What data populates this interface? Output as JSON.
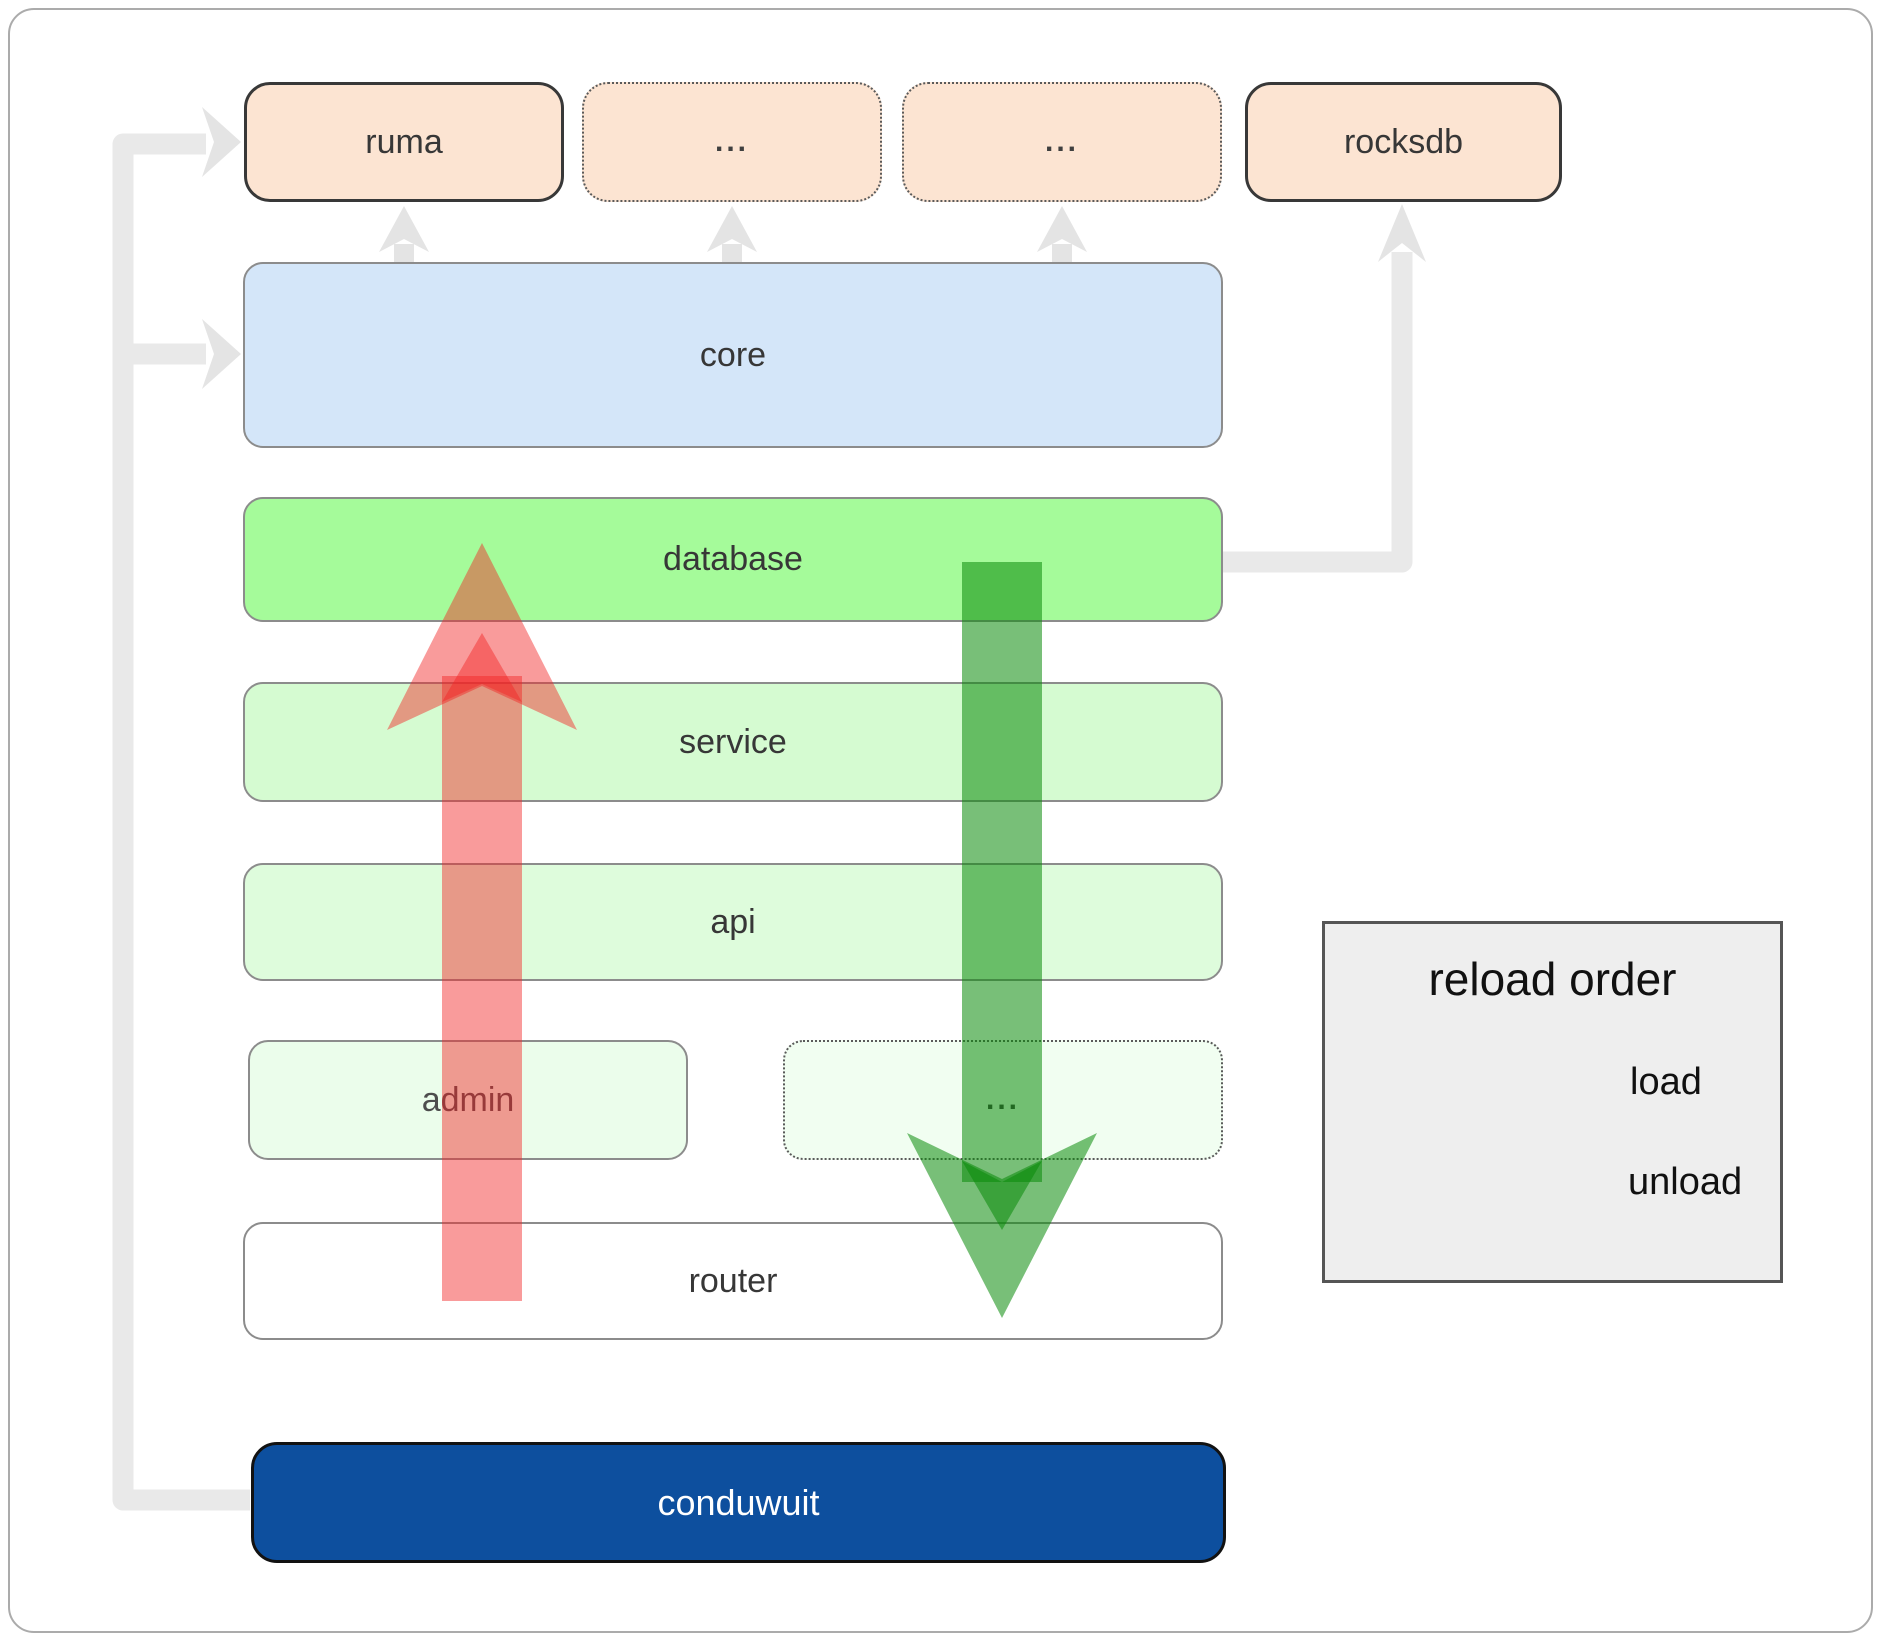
{
  "nodes": {
    "ruma": {
      "label": "ruma"
    },
    "crate_a": {
      "label": "..."
    },
    "crate_b": {
      "label": "..."
    },
    "rocksdb": {
      "label": "rocksdb"
    },
    "core": {
      "label": "core"
    },
    "database": {
      "label": "database"
    },
    "service": {
      "label": "service"
    },
    "api": {
      "label": "api"
    },
    "admin": {
      "label": "admin"
    },
    "admin_more": {
      "label": "..."
    },
    "router": {
      "label": "router"
    },
    "conduwuit": {
      "label": "conduwuit"
    }
  },
  "legend": {
    "title": "reload order",
    "items": [
      {
        "label": "load",
        "color": "#2f8b2f"
      },
      {
        "label": "unload",
        "color": "#f58f8f"
      }
    ]
  },
  "colors": {
    "crate_fill": "#fce4d2",
    "core_fill": "#d4e6f9",
    "database_fill": "#a5fb9a",
    "service_fill": "#d5fbd1",
    "api_fill": "#defcdc",
    "admin_fill": "#ebfdeb",
    "conduwuit_fill": "#0d4f9e",
    "connector_gray": "#e9e9e9",
    "legend_bg": "#eeeeee",
    "load_arrow": "rgba(10,138,10,0.55)",
    "unload_arrow": "rgba(242,38,38,0.46)"
  }
}
